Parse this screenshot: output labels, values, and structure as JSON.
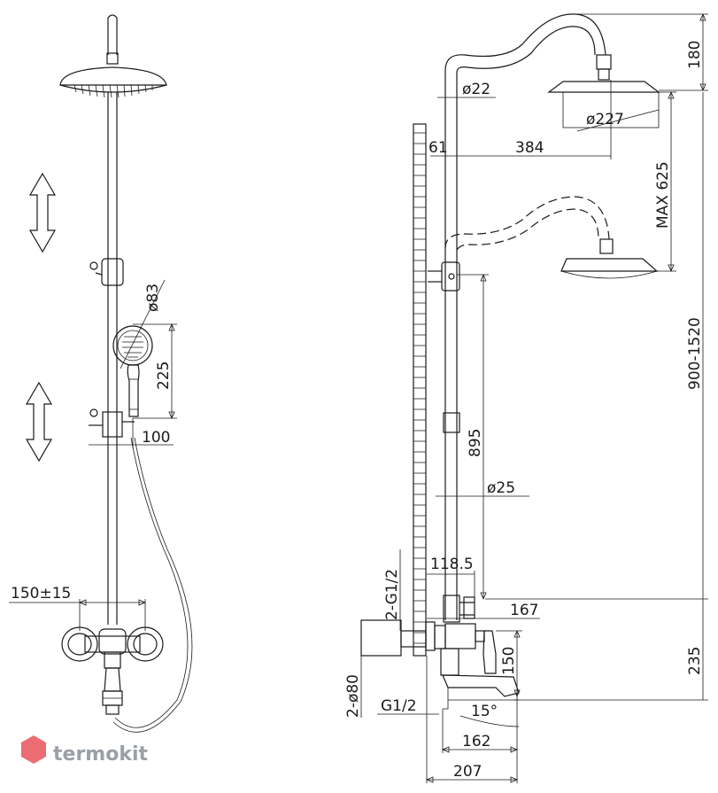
{
  "front_view": {
    "dim_hand_shower_diameter": "ø83",
    "dim_hand_shower_height": "225",
    "dim_hand_shower_offset": "100",
    "dim_mixer_spacing": "150±15"
  },
  "side_view": {
    "dim_top_pipe_diameter": "ø22",
    "dim_head_height": "180",
    "dim_head_diameter": "ø227",
    "dim_small_offset": "61",
    "dim_reach": "384",
    "dim_max_adjust": "MAX 625",
    "dim_total_height": "900-1520",
    "dim_rail_length": "895",
    "dim_rail_diameter": "ø25",
    "dim_connection": "2-G1/2",
    "dim_mixer_offset_a": "118.5",
    "dim_mixer_offset_b": "167",
    "dim_spout_height": "235",
    "dim_spout_drop": "150",
    "dim_flange_diameter": "2-ø80",
    "dim_inlet": "G1/2",
    "dim_angle": "15°",
    "dim_spout_reach": "162",
    "dim_total_depth": "207"
  },
  "watermark": {
    "text": "termokit",
    "color_red": "#e8545a",
    "color_text": "#9aa0a6"
  }
}
